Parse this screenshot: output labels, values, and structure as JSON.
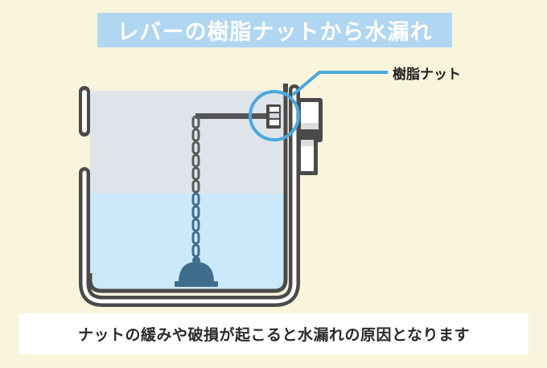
{
  "title": "レバーの樹脂ナットから水漏れ",
  "callout": {
    "label": "樹脂ナット",
    "color": "#4aa8dc"
  },
  "caption": "ナットの緩みや破損が起こると水漏れの原因となります",
  "colors": {
    "background": "#f9f4dc",
    "title_banner": "#b0d6f1",
    "tank_outline": "#4a4a4a",
    "tank_air": "#dfe4ea",
    "tank_water": "#cce8fb",
    "chain_upper": "#5a5a5a",
    "chain_lower": "#3f6e8c",
    "flapper": "#3f6e8c",
    "callout_circle": "#4aa8dc",
    "caption_box": "#ffffff"
  },
  "diagram": {
    "parts": [
      "toilet-tank",
      "water",
      "lever-arm",
      "resin-nut",
      "chain",
      "flapper-valve",
      "handle"
    ]
  }
}
